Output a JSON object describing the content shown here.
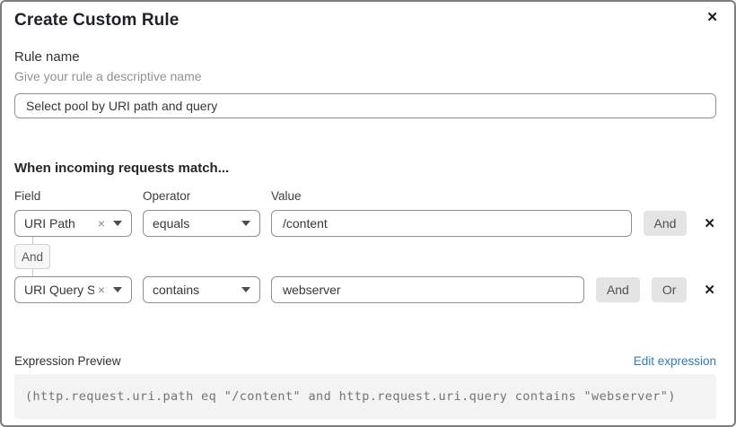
{
  "dialog": {
    "title": "Create Custom Rule"
  },
  "icons": {
    "close": "✕",
    "clear": "×",
    "delete": "✕"
  },
  "rule_name": {
    "label": "Rule name",
    "helper": "Give your rule a descriptive name",
    "value": "Select pool by URI path and query"
  },
  "matcher": {
    "heading": "When incoming requests match...",
    "columns": {
      "field": "Field",
      "operator": "Operator",
      "value": "Value"
    },
    "connector_label": "And",
    "rows": [
      {
        "field": "URI Path",
        "operator": "equals",
        "value": "/content",
        "buttons": [
          "And"
        ]
      },
      {
        "field": "URI Query St...",
        "operator": "contains",
        "value": "webserver",
        "buttons": [
          "And",
          "Or"
        ]
      }
    ]
  },
  "expression": {
    "label": "Expression Preview",
    "edit_link": "Edit expression",
    "code": "(http.request.uri.path eq \"/content\" and http.request.uri.query contains \"webserver\")"
  },
  "colors": {
    "link_blue": "#2c7cb8",
    "button_bg": "#e4e4e4",
    "code_bg": "#f3f3f3",
    "border_gray": "#8f9093"
  }
}
